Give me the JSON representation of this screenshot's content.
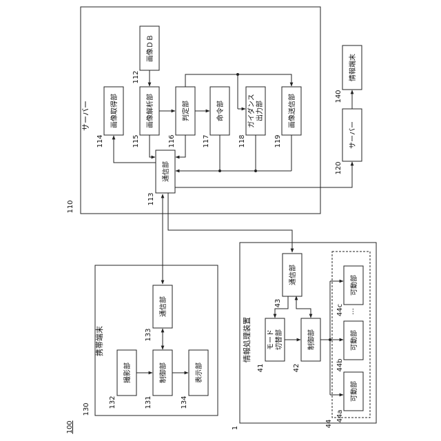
{
  "figure_number": "100",
  "server": {
    "number": "110",
    "title": "サーバー",
    "blocks": [
      {
        "id": "114",
        "number": "114",
        "label": "画像取得部"
      },
      {
        "id": "115",
        "number": "115",
        "label": "画像解析部"
      },
      {
        "id": "116",
        "number": "116",
        "label": "判定部"
      },
      {
        "id": "117",
        "number": "117",
        "label": "命令部"
      },
      {
        "id": "118",
        "number": "118",
        "label_lines": [
          "ガイダンス",
          "出力部"
        ]
      },
      {
        "id": "119",
        "number": "119",
        "label": "画像送信部"
      },
      {
        "id": "112",
        "number": "112",
        "label": "画像ＤＢ"
      },
      {
        "id": "113",
        "number": "113",
        "label": "通信部"
      }
    ]
  },
  "server_device": {
    "number": "120",
    "label": "サーバー"
  },
  "info_terminal": {
    "number": "140",
    "label": "情報端末"
  },
  "portable_terminal": {
    "number": "130",
    "title": "携帯端末",
    "blocks": [
      {
        "id": "133",
        "number": "133",
        "label": "通信部"
      },
      {
        "id": "132",
        "number": "132",
        "label": "撮影部"
      },
      {
        "id": "131",
        "number": "131",
        "label": "制御部"
      },
      {
        "id": "134",
        "number": "134",
        "label": "表示部"
      }
    ]
  },
  "info_processing_device": {
    "number": "1",
    "title": "情報処理装置",
    "group_number": "44",
    "ellipsis": "…",
    "blocks": [
      {
        "id": "43",
        "number": "43",
        "label": "通信部"
      },
      {
        "id": "41",
        "number": "41",
        "label_lines": [
          "モード",
          "切替部"
        ]
      },
      {
        "id": "42",
        "number": "42",
        "label": "制御部"
      },
      {
        "id": "44a",
        "number": "44a",
        "label": "可動部"
      },
      {
        "id": "44b",
        "number": "44b",
        "label": "可動部"
      },
      {
        "id": "44c",
        "number": "44c",
        "label": "可動部"
      }
    ]
  }
}
